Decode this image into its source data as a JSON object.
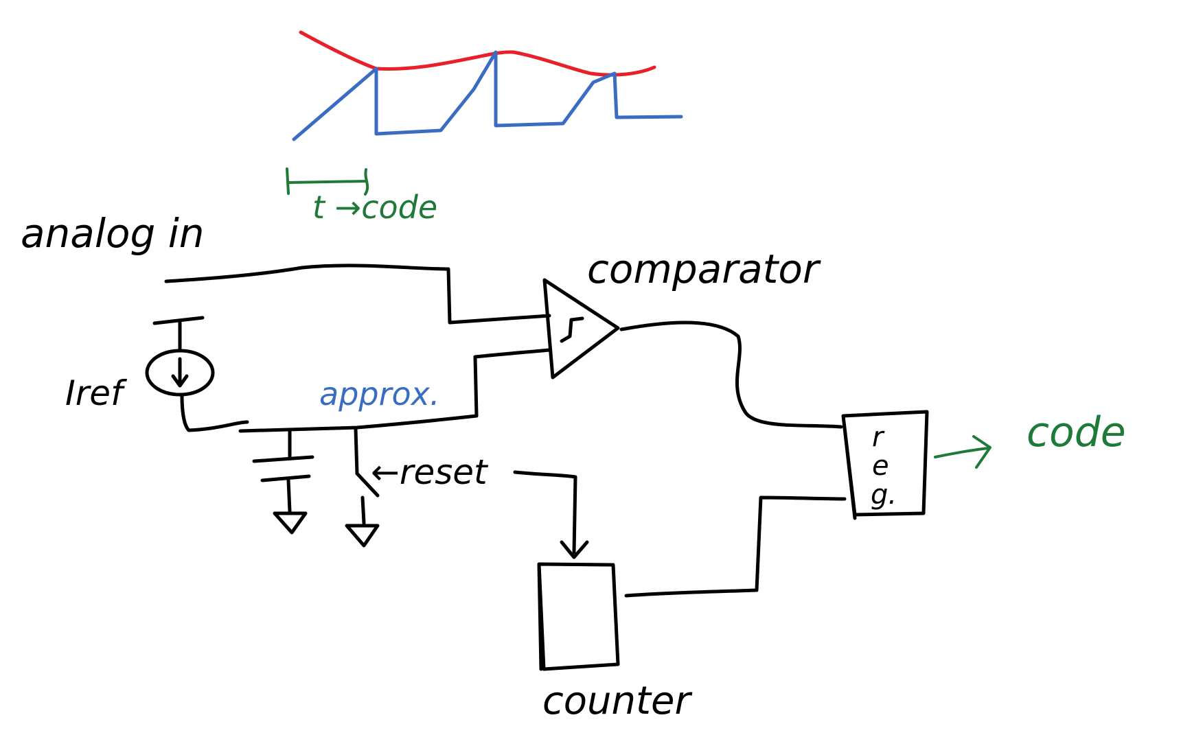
{
  "labels": {
    "analog_in": "analog in",
    "comparator": "comparator",
    "iref": "Iref",
    "approx": "approx.",
    "reset": "←reset",
    "counter": "counter",
    "reg_r": "r",
    "reg_e": "e",
    "reg_g": "g.",
    "code_out": "code",
    "timing_code": "t →code"
  },
  "colors": {
    "ink": "#000000",
    "input_wave": "#e8202a",
    "ramp_wave": "#3a6cc4",
    "output": "#1f7a3a",
    "approx_label": "#3a6cc4"
  },
  "icons": {
    "comparator": "comparator-triangle-icon",
    "current_source": "current-source-icon",
    "capacitor": "capacitor-icon",
    "switch": "switch-icon",
    "ground": "ground-icon",
    "arrow": "arrow-icon"
  }
}
